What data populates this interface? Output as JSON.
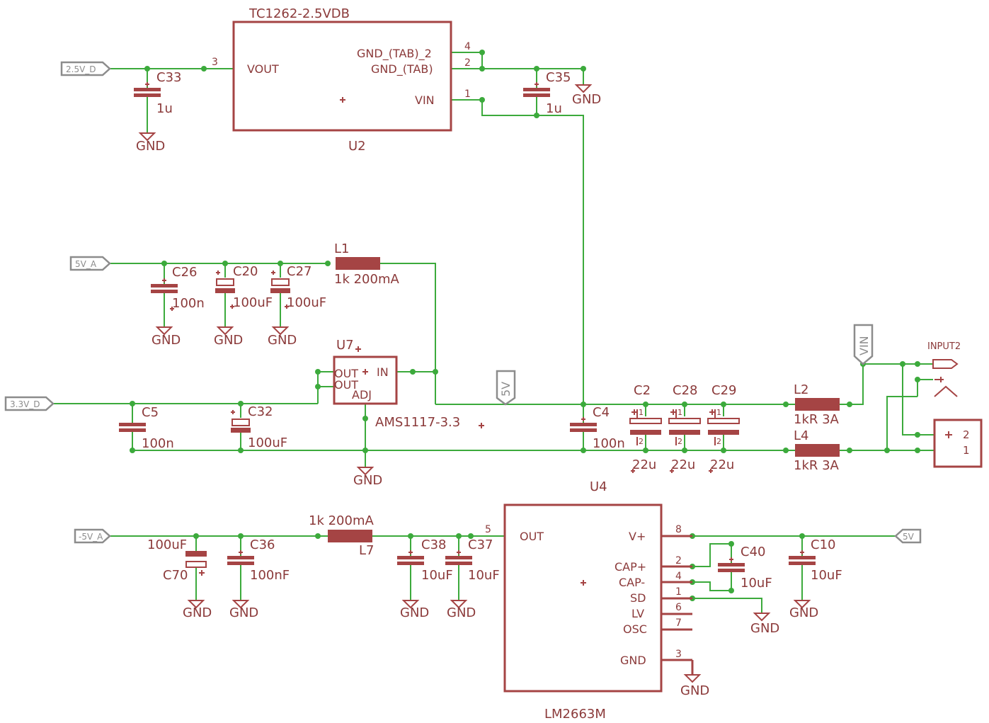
{
  "net_labels": {
    "v2_5d": "2.5V_D",
    "v5a": "5V_A",
    "v3_3d": "3.3V_D",
    "vneg5a": "-5V_A",
    "v5": "5V",
    "v5_right": "5V",
    "vin": "VIN",
    "input2": "INPUT2"
  },
  "ground_label": "GND",
  "u2": {
    "name": "TC1262-2.5VDB",
    "ref": "U2",
    "pin_vout": "VOUT",
    "pin_gndtab2": "GND_(TAB)_2",
    "pin_gndtab": "GND_(TAB)",
    "pin_vin": "VIN",
    "pin_num_vout": "3",
    "pin_num_gndtab2": "4",
    "pin_num_gndtab": "2",
    "pin_num_vin": "1"
  },
  "u7": {
    "ref": "U7",
    "name": "AMS1117-3.3",
    "pin_out1": "OUT",
    "pin_out2": "OUT",
    "pin_in": "IN",
    "pin_adj": "ADJ"
  },
  "u4": {
    "ref": "U4",
    "name": "LM2663M",
    "pin_out": "OUT",
    "pin_vplus": "V+",
    "pin_capp": "CAP+",
    "pin_capm": "CAP-",
    "pin_sd": "SD",
    "pin_lv": "LV",
    "pin_osc": "OSC",
    "pin_gnd": "GND",
    "num_out": "5",
    "num_vplus": "8",
    "num_capp": "2",
    "num_capm": "4",
    "num_sd": "1",
    "num_lv": "6",
    "num_osc": "7",
    "num_gnd": "3"
  },
  "caps": {
    "c33": {
      "ref": "C33",
      "value": "1u"
    },
    "c35": {
      "ref": "C35",
      "value": "1u"
    },
    "c26": {
      "ref": "C26",
      "value": "100n"
    },
    "c20": {
      "ref": "C20",
      "value": "100uF"
    },
    "c27": {
      "ref": "C27",
      "value": "100uF"
    },
    "c5": {
      "ref": "C5",
      "value": "100n"
    },
    "c32": {
      "ref": "C32",
      "value": "100uF"
    },
    "c4": {
      "ref": "C4",
      "value": "100n"
    },
    "c2": {
      "ref": "C2",
      "value": "22u"
    },
    "c28": {
      "ref": "C28",
      "value": "22u"
    },
    "c29": {
      "ref": "C29",
      "value": "22u"
    },
    "c70": {
      "ref": "C70",
      "value": "100uF"
    },
    "c36": {
      "ref": "C36",
      "value": "100nF"
    },
    "c38": {
      "ref": "C38",
      "value": "10uF"
    },
    "c37": {
      "ref": "C37",
      "value": "10uF"
    },
    "c40": {
      "ref": "C40",
      "value": "10uF"
    },
    "c10": {
      "ref": "C10",
      "value": "10uF"
    }
  },
  "inductors": {
    "l1": {
      "ref": "L1",
      "value": "1k 200mA"
    },
    "l7": {
      "ref": "L7",
      "value": "1k 200mA"
    },
    "l2": {
      "ref": "L2",
      "value": "1kR 3A"
    },
    "l4": {
      "ref": "L4",
      "value": "1kR 3A"
    }
  },
  "connector": {
    "pin2": "2",
    "pin1": "1"
  },
  "colors": {
    "wire": "#3caa3c",
    "part": "#a54444",
    "tag": "#8c8c8c"
  }
}
